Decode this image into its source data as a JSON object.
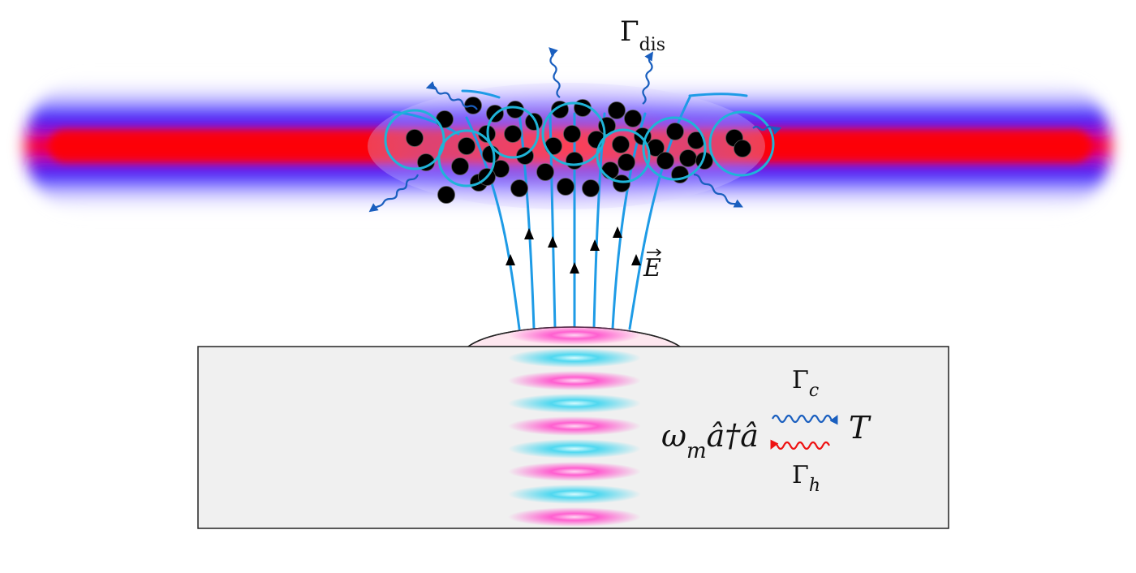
{
  "labels": {
    "gamma_dis_main": "Γ",
    "gamma_dis_sub": "dis",
    "field_vector": "E",
    "hamiltonian_omega": "ω",
    "hamiltonian_omega_sub": "m",
    "hamiltonian_ops": "â†â",
    "gamma_c_main": "Γ",
    "gamma_c_sub": "c",
    "gamma_h_main": "Γ",
    "gamma_h_sub": "h",
    "temperature": "T"
  },
  "colors": {
    "beam_core": "#ff0000",
    "beam_halo": "#2b1cff",
    "field_lines": "#1e9be6",
    "emission_arrows": "#1a5fbf",
    "cold_arrow": "#1a5fbf",
    "hot_arrow": "#ee1111",
    "phonon_pink": "#ff5fd0",
    "phonon_cyan": "#4fd8f0",
    "substrate_fill": "#f0f0f0",
    "atom_fill": "#000000",
    "cluster_ring": "#1fb4d8"
  },
  "icons": {
    "atoms": "black-dot-icon",
    "emission": "wavy-arrow-icon",
    "field_arrow": "arrowhead-icon"
  }
}
